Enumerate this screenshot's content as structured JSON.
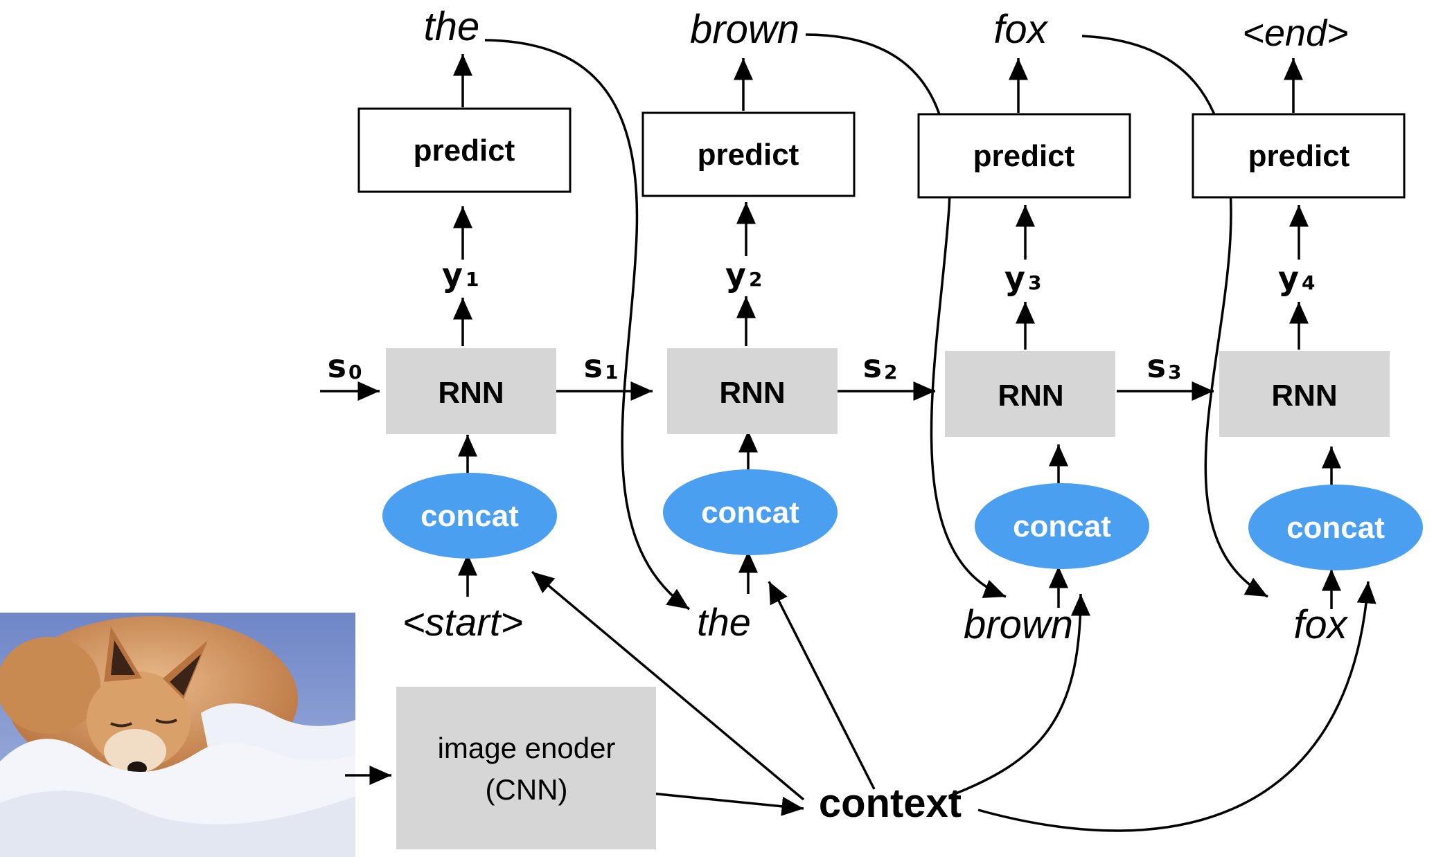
{
  "diagram": {
    "colors": {
      "concat": "#4b9ff0",
      "rnn": "#d6d6d6",
      "encoder": "#d6d6d6",
      "line": "#000000"
    },
    "steps": [
      {
        "output_word": "the",
        "predict": "predict",
        "y_base": "y",
        "y_sub": "1",
        "rnn": "RNN",
        "concat": "concat",
        "input_word": "<start>",
        "state_base": "s",
        "state_sub": "0"
      },
      {
        "output_word": "brown",
        "predict": "predict",
        "y_base": "y",
        "y_sub": "2",
        "rnn": "RNN",
        "concat": "concat",
        "input_word": "the",
        "state_base": "s",
        "state_sub": "1"
      },
      {
        "output_word": "fox",
        "predict": "predict",
        "y_base": "y",
        "y_sub": "3",
        "rnn": "RNN",
        "concat": "concat",
        "input_word": "brown",
        "state_base": "s",
        "state_sub": "2"
      },
      {
        "output_word": "<end>",
        "predict": "predict",
        "y_base": "y",
        "y_sub": "4",
        "rnn": "RNN",
        "concat": "concat",
        "input_word": "fox",
        "state_base": "s",
        "state_sub": "3"
      }
    ],
    "encoder": {
      "line1": "image enoder",
      "line2": "(CNN)"
    },
    "context": "context",
    "photo": {
      "subject": "sleeping red fox lying in snow"
    }
  }
}
